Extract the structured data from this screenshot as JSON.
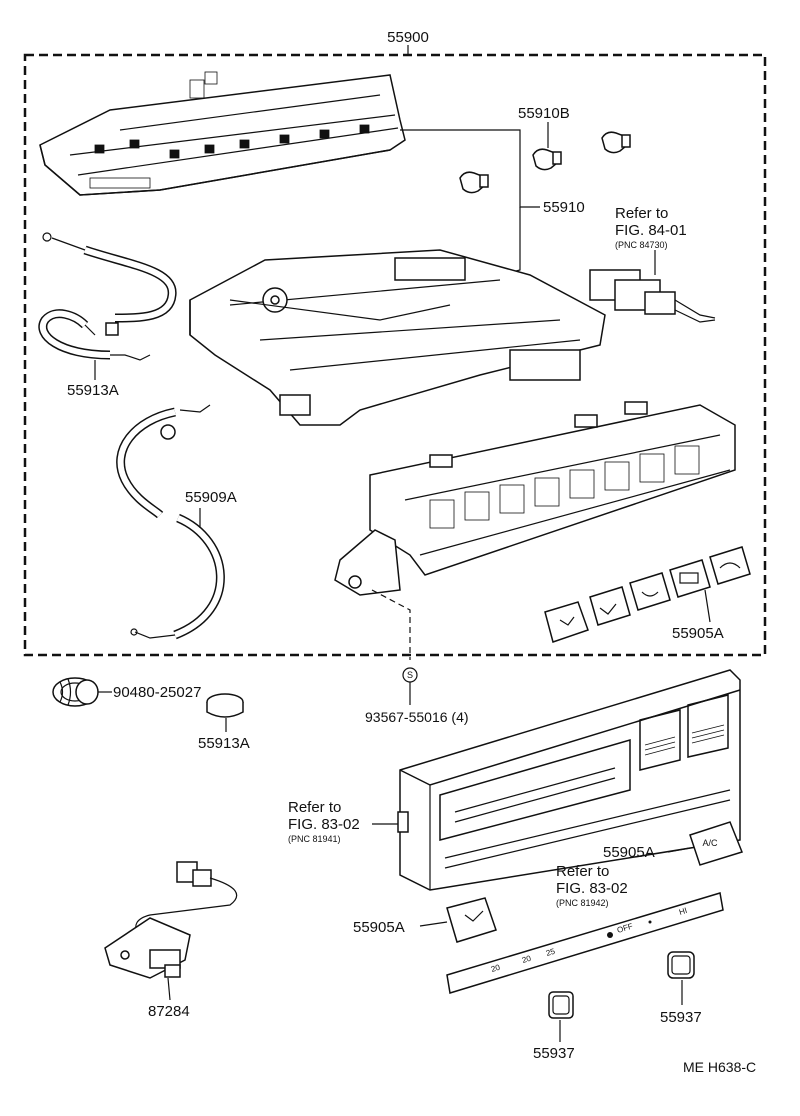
{
  "assembly": {
    "number": "55900"
  },
  "parts": {
    "p55910B": "55910B",
    "p55910": "55910",
    "p55913A_left": "55913A",
    "p55909A": "55909A",
    "p55905A_buttons": "55905A",
    "p90480": "90480-25027",
    "p55913A_grommet": "55913A",
    "p93567": "93567-55016 (4)",
    "p55905A_ac": "55905A",
    "p55905A_lever": "55905A",
    "p87284": "87284",
    "p55937_right": "55937",
    "p55937_bottom": "55937"
  },
  "refs": {
    "ref8401": {
      "line1": "Refer to",
      "line2": "FIG. 84-01",
      "line3": "(PNC 84730)"
    },
    "ref8302a": {
      "line1": "Refer to",
      "line2": "FIG. 83-02",
      "line3": "(PNC 81941)"
    },
    "ref8302b": {
      "line1": "Refer to",
      "line2": "FIG. 83-02",
      "line3": "(PNC 81942)"
    }
  },
  "screw_symbol": "S",
  "scale": {
    "t20a": "20",
    "t20b": "20",
    "t25": "25",
    "off": "OFF",
    "hi": "HI"
  },
  "ac_label": "A/C",
  "figure_code": "ME H638-C"
}
